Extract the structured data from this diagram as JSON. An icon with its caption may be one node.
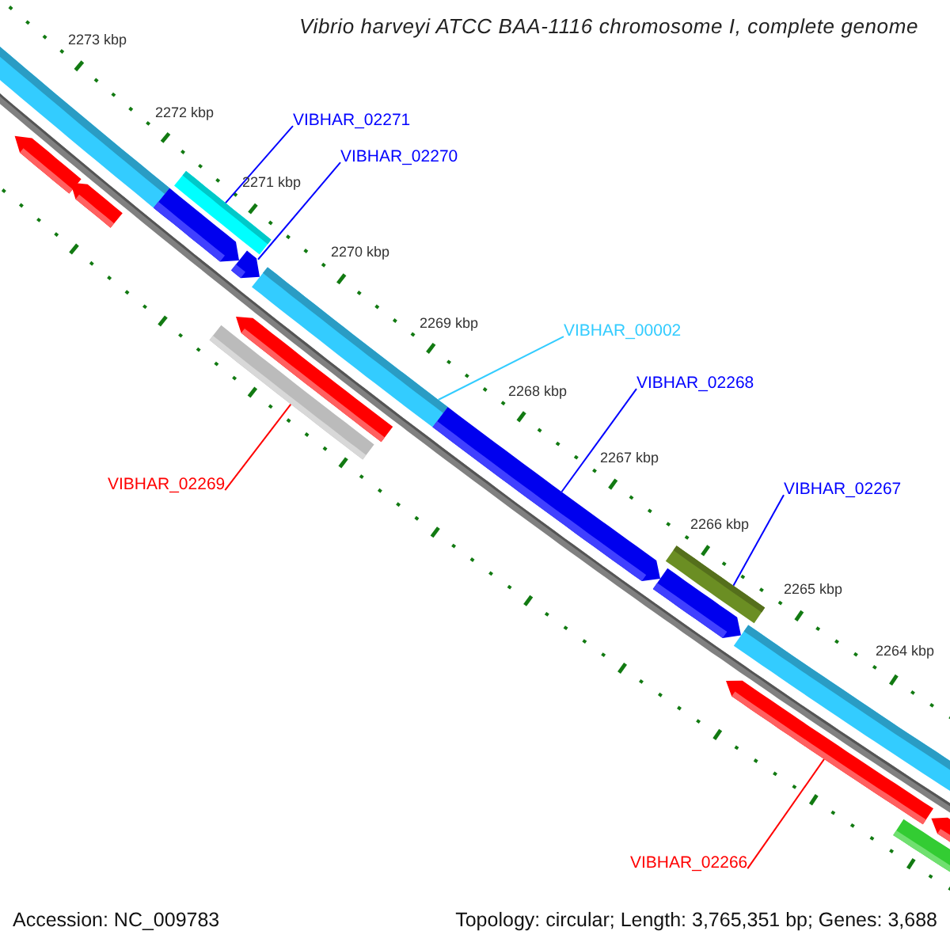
{
  "diagram": {
    "title": "Vibrio harveyi ATCC BAA-1116 chromosome I, complete genome",
    "nodes": [
      {
        "text": [
          "VIBHAR_02271"
        ]
      },
      {
        "text": [],
        "shape": "bar"
      },
      {
        "text": [
          "VIBHAR_02270"
        ]
      },
      {
        "text": [],
        "shape": "bar"
      },
      {
        "text": [
          "VIBHAR_00002"
        ]
      },
      {
        "text": [],
        "shape": "bar"
      },
      {
        "text": [
          "VIBHAR_02268"
        ]
      },
      {
        "text": [],
        "shape": "bar"
      },
      {
        "text": [
          "VIBHAR_02267"
        ]
      },
      {
        "text": [],
        "shape": "bar"
      },
      {
        "text": [
          "VIBHAR_02269"
        ]
      },
      {
        "text": [],
        "shape": "bar"
      },
      {
        "text": [
          "VIBHAR_02266"
        ]
      },
      {
        "text": [],
        "shape": "bar"
      }
    ],
    "edges": [
      {
        "from": 0,
        "to": 1,
        "arrow": "none"
      },
      {
        "from": 2,
        "to": 3,
        "arrow": "none"
      },
      {
        "from": 4,
        "to": 5,
        "arrow": "none",
        "color": "#33ccff"
      },
      {
        "from": 6,
        "to": 7,
        "arrow": "none"
      },
      {
        "from": 8,
        "to": 9,
        "arrow": "none"
      },
      {
        "from": 10,
        "to": 11,
        "arrow": "none",
        "color": "#ff0000"
      },
      {
        "from": 12,
        "to": 13,
        "arrow": "none",
        "color": "#ff0000"
      }
    ],
    "labels": [
      "2273 kbp",
      "2272 kbp",
      "2271 kbp",
      "2270 kbp",
      "2269 kbp",
      "2268 kbp",
      "2267 kbp",
      "2266 kbp",
      "2265 kbp",
      "2264 kbp",
      "Accession: NC_009783",
      "Topology: circular; Length: 3,765,351 bp; Genes: 3,688"
    ]
  }
}
